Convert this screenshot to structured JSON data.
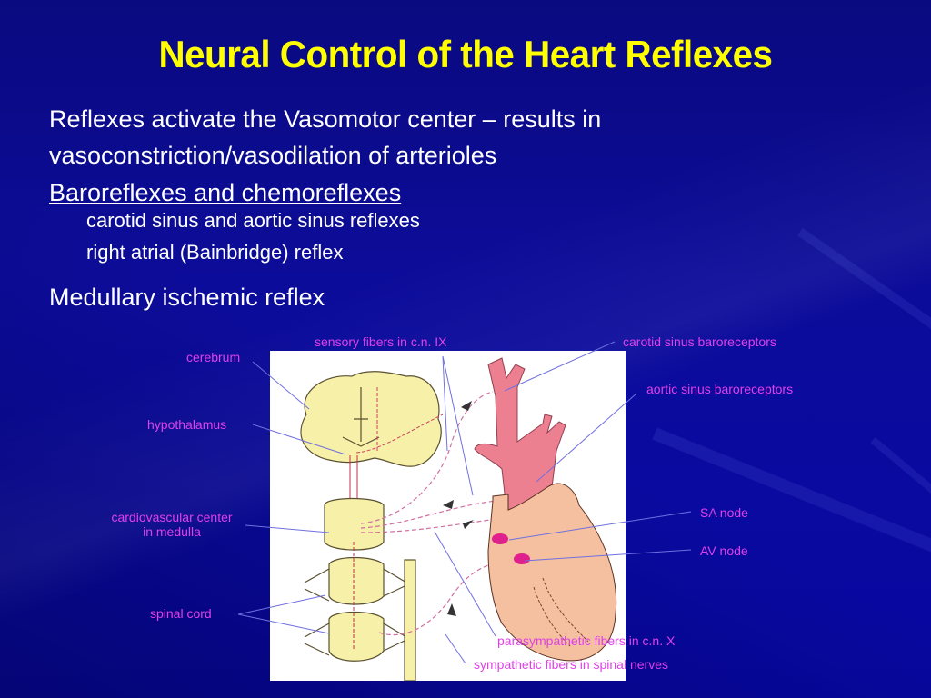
{
  "slide": {
    "title": "Neural Control of the Heart Reflexes",
    "bullets": [
      {
        "line1": "Reflexes activate the Vasomotor center – results in",
        "line2": "vasoconstriction/vasodilation of arterioles"
      },
      {
        "text": "Baroreflexes and chemoreflexes",
        "underlined": true,
        "subitems": [
          "carotid sinus and aortic sinus reflexes",
          "right atrial (Bainbridge) reflex"
        ]
      },
      {
        "text": "Medullary ischemic reflex"
      }
    ],
    "colors": {
      "background": "#0a0a96",
      "title": "#ffff00",
      "body_text": "#ffffff",
      "label_text": "#e040e8",
      "leader_line": "#7070e0"
    }
  },
  "diagram": {
    "labels": {
      "sensory_fibers": "sensory fibers in c.n. IX",
      "carotid_sinus": "carotid sinus baroreceptors",
      "cerebrum": "cerebrum",
      "aortic_sinus": "aortic sinus baroreceptors",
      "hypothalamus": "hypothalamus",
      "cv_center_line1": "cardiovascular center",
      "cv_center_line2": "in medulla",
      "sa_node": "SA node",
      "av_node": "AV node",
      "spinal_cord": "spinal cord",
      "parasympathetic": "parasympathetic fibers in c.n. X",
      "sympathetic": "sympathetic fibers in spinal nerves"
    },
    "structures": [
      "brain",
      "medulla",
      "spinal cord segments",
      "sympathetic chain",
      "aorta",
      "heart",
      "SA node",
      "AV node",
      "nerve fibers"
    ]
  }
}
